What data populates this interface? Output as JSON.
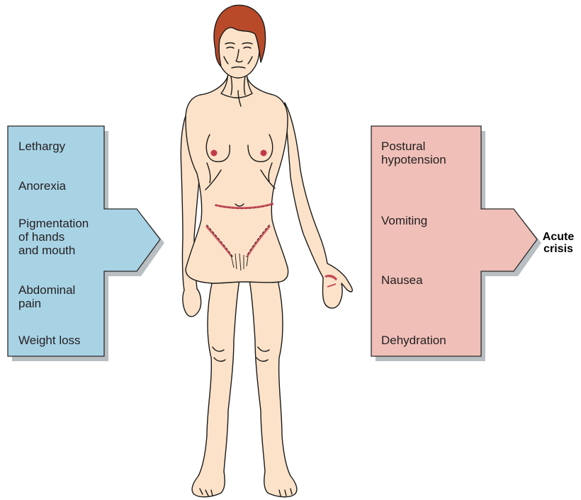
{
  "left_arrow": {
    "color": "#a8d3e5",
    "items": [
      "Lethargy",
      "Anorexia",
      "Pigmentation\nof hands\nand mouth",
      "Abdominal\npain",
      "Weight loss"
    ]
  },
  "right_arrow": {
    "color": "#efbfb8",
    "items": [
      "Postural\nhypotension",
      "Vomiting",
      "Nausea",
      "Dehydration"
    ]
  },
  "outcome": {
    "label": "Acute\ncrisis"
  },
  "figure": {
    "skin_color": "#fce2c8",
    "hair_color": "#b84a2a",
    "mark_color": "#c0394b"
  }
}
